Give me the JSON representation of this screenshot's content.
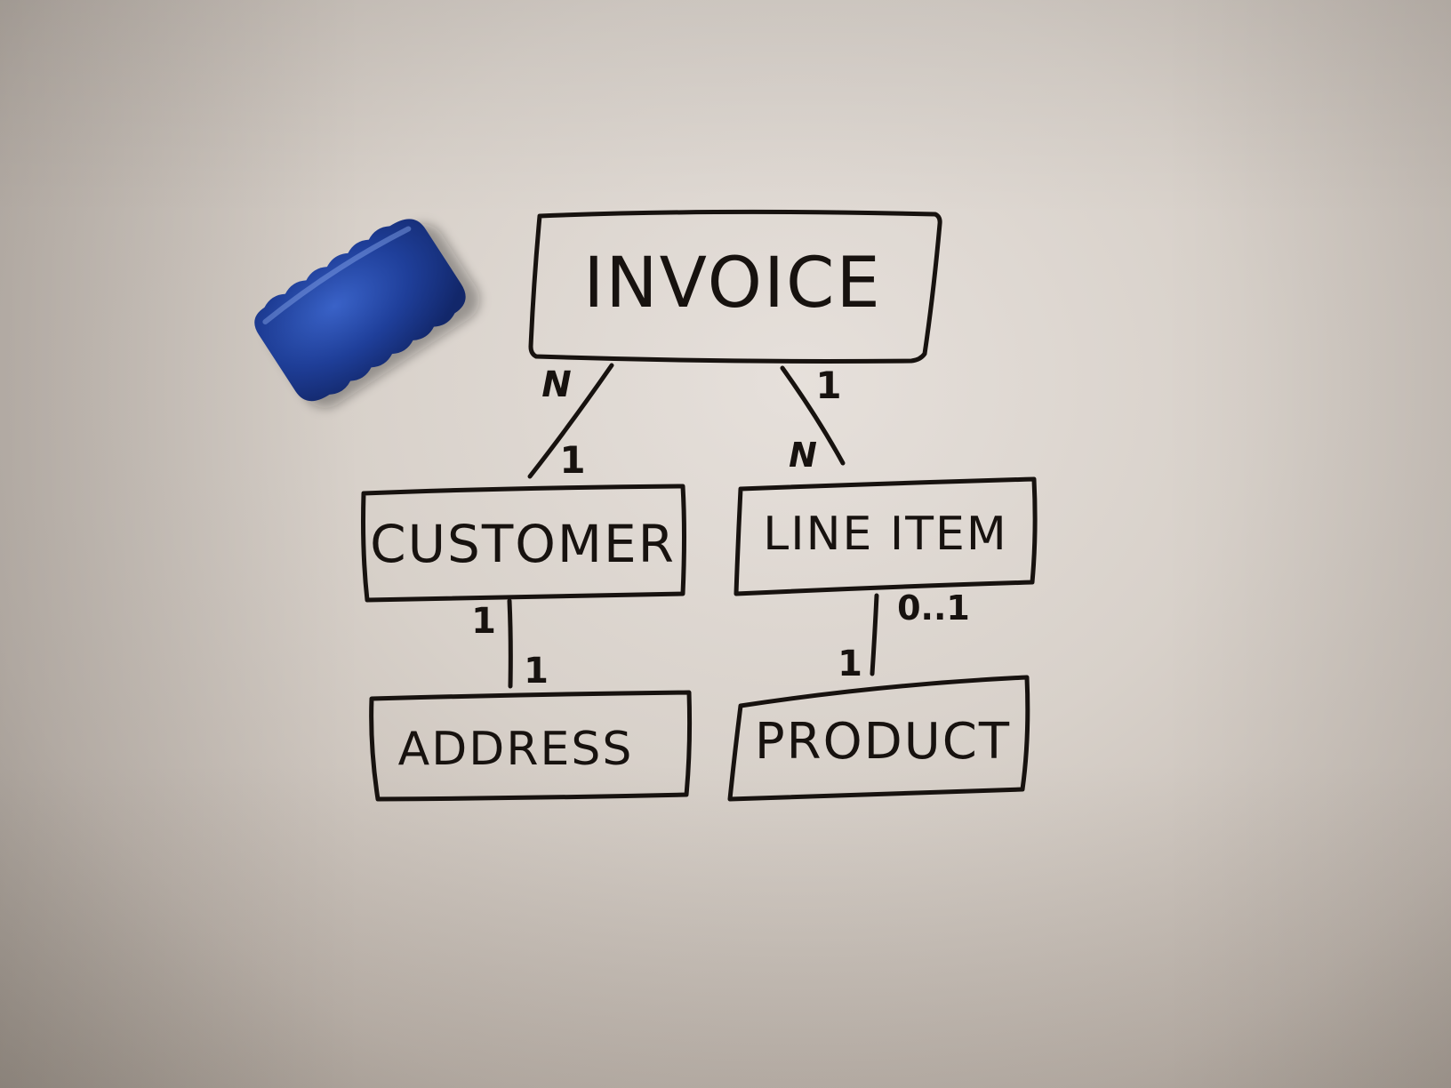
{
  "entities": {
    "invoice": "INVOICE",
    "customer": "CUSTOMER",
    "line_item": "LINE ITEM",
    "address": "ADDRESS",
    "product": "PRODUCT"
  },
  "relationships": {
    "invoice_customer": {
      "invoice_end": "N",
      "customer_end": "1"
    },
    "invoice_line_item": {
      "invoice_end": "1",
      "line_item_end": "N"
    },
    "customer_address": {
      "customer_end": "1",
      "address_end": "1"
    },
    "line_item_product": {
      "line_item_end": "0..1",
      "product_end": "1"
    }
  },
  "colors": {
    "ink": "#17120f",
    "eraser": "#1f3f9a",
    "board": "#ddd6cf"
  },
  "objects": {
    "eraser_icon": "whiteboard-eraser"
  }
}
